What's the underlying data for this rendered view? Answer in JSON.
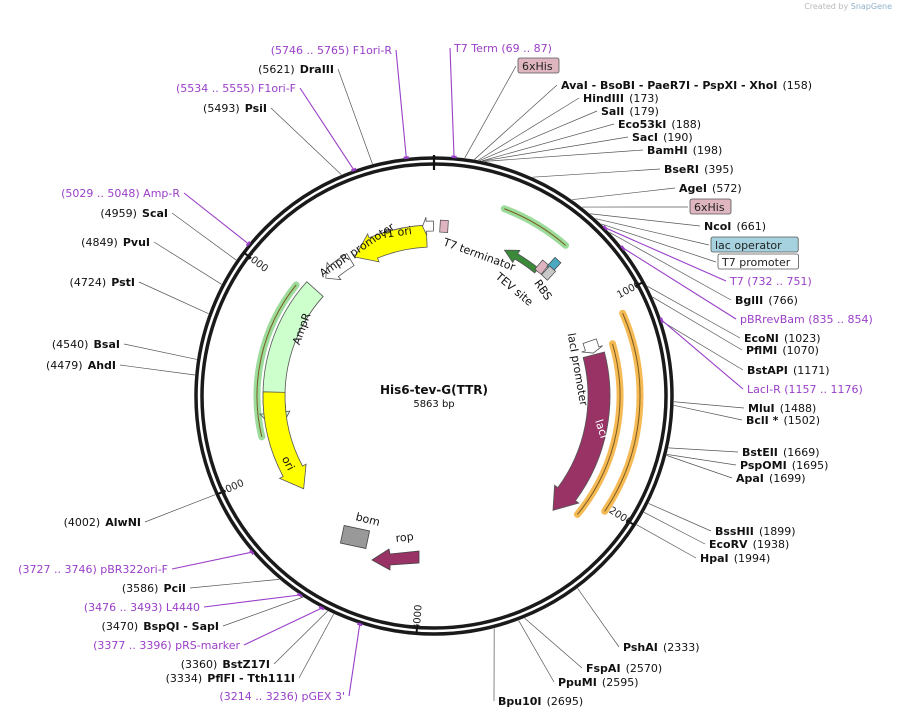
{
  "credit": {
    "prefix": "Created by",
    "brand": "SnapGene"
  },
  "plasmid": {
    "name": "His6-tev-G(TTR)",
    "length_label": "5863 bp",
    "length": 5863
  },
  "ticks": [
    {
      "pos": 1000,
      "label": "1000"
    },
    {
      "pos": 2000,
      "label": "2000"
    },
    {
      "pos": 3000,
      "label": "3000"
    },
    {
      "pos": 4000,
      "label": "4000"
    },
    {
      "pos": 5000,
      "label": "5000"
    }
  ],
  "colors": {
    "fori": "#ffff00",
    "ampr": "#ccffcc",
    "laci": "#993366",
    "rop": "#993366",
    "bom": "#999999",
    "primer": "#9a3fc8",
    "tag": "#dfb6c0",
    "lacop": "#a6d2df",
    "highlight_orange": "#f5b342",
    "highlight_green": "#90d890"
  },
  "labels": [
    {
      "kind": "primer",
      "text": "(5746 .. 5765)  F1ori-R"
    },
    {
      "kind": "site",
      "name": "DraIII",
      "pos": "(5621)",
      "order": "pos-first"
    },
    {
      "kind": "primer",
      "text": "(5534 .. 5555)  F1ori-F"
    },
    {
      "kind": "site",
      "name": "PsiI",
      "pos": "(5493)",
      "order": "pos-first"
    },
    {
      "kind": "primer",
      "text": "(5029 .. 5048)  Amp-R"
    },
    {
      "kind": "site",
      "name": "ScaI",
      "pos": "(4959)",
      "order": "pos-first"
    },
    {
      "kind": "site",
      "name": "PvuI",
      "pos": "(4849)",
      "order": "pos-first"
    },
    {
      "kind": "site",
      "name": "PstI",
      "pos": "(4724)",
      "order": "pos-first"
    },
    {
      "kind": "site",
      "name": "BsaI",
      "pos": "(4540)",
      "order": "pos-first"
    },
    {
      "kind": "site",
      "name": "AhdI",
      "pos": "(4479)",
      "order": "pos-first"
    },
    {
      "kind": "site",
      "name": "AlwNI",
      "pos": "(4002)",
      "order": "pos-first"
    },
    {
      "kind": "primer",
      "text": "(3727 .. 3746)  pBR322ori-F"
    },
    {
      "kind": "site",
      "name": "PciI",
      "pos": "(3586)",
      "order": "pos-first"
    },
    {
      "kind": "primer",
      "text": "(3476 .. 3493)  L4440"
    },
    {
      "kind": "site",
      "name": "BspQI  - SapI",
      "pos": "(3470)",
      "order": "pos-first"
    },
    {
      "kind": "primer",
      "text": "(3377 .. 3396)  pRS-marker"
    },
    {
      "kind": "site",
      "name": "BstZ17I",
      "pos": "(3360)",
      "order": "pos-first"
    },
    {
      "kind": "site",
      "name": "PflFI  - Tth111I",
      "pos": "(3334)",
      "order": "pos-first"
    },
    {
      "kind": "primer",
      "text": "(3214 .. 3236)  pGEX 3'"
    },
    {
      "kind": "primer",
      "text": "T7 Term     (69 .. 87)"
    },
    {
      "kind": "box",
      "text": "6xHis",
      "style": "tag"
    },
    {
      "kind": "site",
      "name": "AvaI   - BsoBI   - PaeR7I   - PspXI   - XhoI",
      "pos": "(158)",
      "order": "name-first"
    },
    {
      "kind": "site",
      "name": "HindIII",
      "pos": "(173)",
      "order": "name-first"
    },
    {
      "kind": "site",
      "name": "SalI",
      "pos": "(179)",
      "order": "name-first"
    },
    {
      "kind": "site",
      "name": "Eco53kI",
      "pos": "(188)",
      "order": "name-first"
    },
    {
      "kind": "site",
      "name": "SacI",
      "pos": "(190)",
      "order": "name-first"
    },
    {
      "kind": "site",
      "name": "BamHI",
      "pos": "(198)",
      "order": "name-first"
    },
    {
      "kind": "site",
      "name": "BseRI",
      "pos": "(395)",
      "order": "name-first"
    },
    {
      "kind": "site",
      "name": "AgeI",
      "pos": "(572)",
      "order": "name-first"
    },
    {
      "kind": "box",
      "text": "6xHis",
      "style": "tag"
    },
    {
      "kind": "site",
      "name": "NcoI",
      "pos": "(661)",
      "order": "name-first"
    },
    {
      "kind": "box",
      "text": "lac operator",
      "style": "lacop"
    },
    {
      "kind": "box",
      "text": "T7 promoter",
      "style": "plain"
    },
    {
      "kind": "primer",
      "text": "T7    (732 .. 751)"
    },
    {
      "kind": "site",
      "name": "BglII",
      "pos": "(766)",
      "order": "name-first"
    },
    {
      "kind": "primer",
      "text": "pBRrevBam     (835 .. 854)"
    },
    {
      "kind": "site",
      "name": "EcoNI",
      "pos": "(1023)",
      "order": "name-first"
    },
    {
      "kind": "site",
      "name": "PflMI",
      "pos": "(1070)",
      "order": "name-first"
    },
    {
      "kind": "site",
      "name": "BstAPI",
      "pos": "(1171)",
      "order": "name-first"
    },
    {
      "kind": "primer",
      "text": "LacI-R     (1157 .. 1176)"
    },
    {
      "kind": "site",
      "name": "MluI",
      "pos": "(1488)",
      "order": "name-first"
    },
    {
      "kind": "site",
      "name": "BclI *",
      "pos": "(1502)",
      "order": "name-first"
    },
    {
      "kind": "site",
      "name": "BstEII",
      "pos": "(1669)",
      "order": "name-first"
    },
    {
      "kind": "site",
      "name": "PspOMI",
      "pos": "(1695)",
      "order": "name-first"
    },
    {
      "kind": "site",
      "name": "ApaI",
      "pos": "(1699)",
      "order": "name-first"
    },
    {
      "kind": "site",
      "name": "BssHII",
      "pos": "(1899)",
      "order": "name-first"
    },
    {
      "kind": "site",
      "name": "EcoRV",
      "pos": "(1938)",
      "order": "name-first"
    },
    {
      "kind": "site",
      "name": "HpaI",
      "pos": "(1994)",
      "order": "name-first"
    },
    {
      "kind": "site",
      "name": "PshAI",
      "pos": "(2333)",
      "order": "name-first"
    },
    {
      "kind": "site",
      "name": "FspAI",
      "pos": "(2570)",
      "order": "name-first"
    },
    {
      "kind": "site",
      "name": "PpuMI",
      "pos": "(2595)",
      "order": "name-first"
    },
    {
      "kind": "site",
      "name": "Bpu10I",
      "pos": "(2695)",
      "order": "name-first"
    }
  ],
  "features": [
    {
      "text": "f1 ori"
    },
    {
      "text": "AmpR promoter"
    },
    {
      "text": "AmpR"
    },
    {
      "text": "ori"
    },
    {
      "text": "bom"
    },
    {
      "text": "rop"
    },
    {
      "text": "lacI"
    },
    {
      "text": "lacI promoter"
    },
    {
      "text": "T7 terminator"
    },
    {
      "text": "TEV site"
    },
    {
      "text": "RBS"
    }
  ]
}
